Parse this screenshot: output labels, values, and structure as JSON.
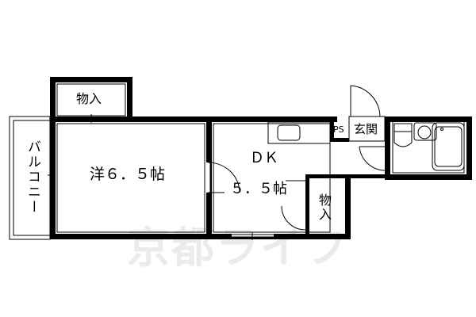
{
  "floor_plan": {
    "rooms": {
      "western_room": {
        "type": "洋",
        "size": "6.5",
        "unit": "帖",
        "label": "洋６．５帖"
      },
      "dk": {
        "type": "DK",
        "label": "ＤＫ",
        "size_label": "５．５帖"
      },
      "closet_top": {
        "label": "物入"
      },
      "closet_right": {
        "label": "物入"
      },
      "balcony": {
        "label": "バルコニー"
      },
      "entrance": {
        "label": "玄関"
      },
      "pipe_space": {
        "label": "PS"
      }
    },
    "watermark": "京都ライフ",
    "colors": {
      "wall": "#000000",
      "background": "#ffffff",
      "watermark": "#ebebeb"
    }
  }
}
